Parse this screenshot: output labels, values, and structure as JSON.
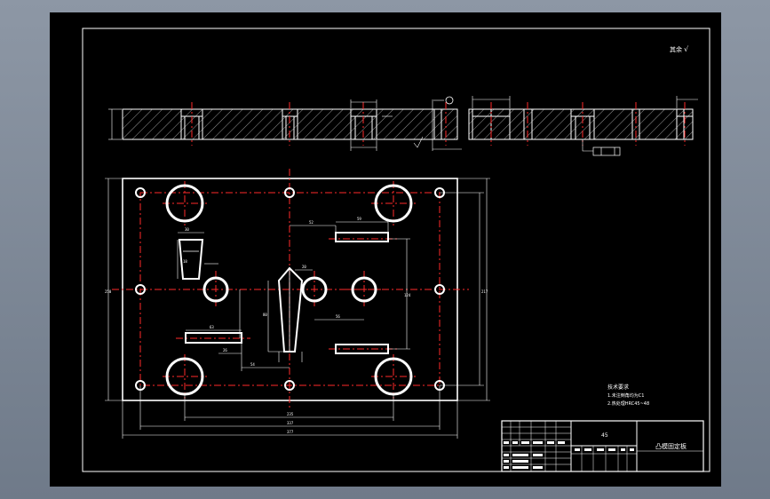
{
  "corner_label": "其余",
  "roughness_mark": "√",
  "notes": {
    "title": "技术要求",
    "line1": "1.未注倒角均为C1",
    "line2": "2.热处理HRC45~48"
  },
  "title_block": {
    "material": "45",
    "part_name": "凸模固定板"
  },
  "colors": {
    "background": "#000000",
    "lines": "#ffffff",
    "center_lines": "#ff2a2a",
    "outer_frame": "#7f8a98"
  }
}
